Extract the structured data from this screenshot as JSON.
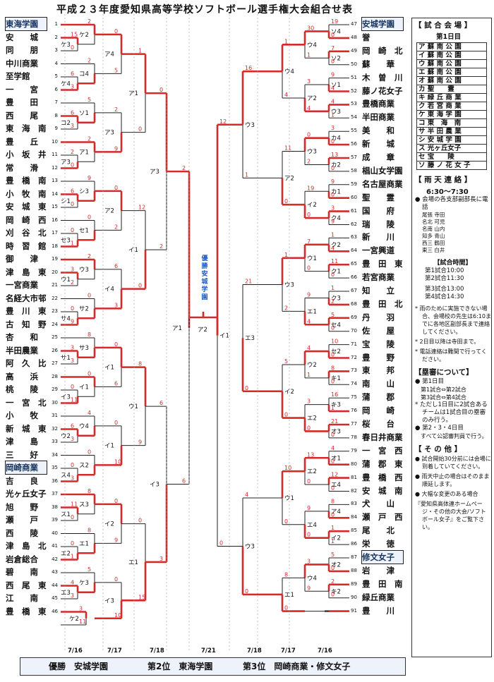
{
  "title": "平成２３年度愛知県高等学校ソフトボール選手権大会組合せ表",
  "left_teams": [
    {
      "no": "1",
      "name": "東海学園",
      "boxed": true
    },
    {
      "no": "2",
      "name": "安　　城"
    },
    {
      "no": "3",
      "name": "同　　朋"
    },
    {
      "no": "4",
      "name": "中川商業"
    },
    {
      "no": "5",
      "name": "至学館"
    },
    {
      "no": "6",
      "name": "一　　宮"
    },
    {
      "no": "7",
      "name": "豊　　田"
    },
    {
      "no": "8",
      "name": "西　　尾"
    },
    {
      "no": "9",
      "name": "東　海　南"
    },
    {
      "no": "10",
      "name": "豊　　丘"
    },
    {
      "no": "11",
      "name": "小　坂　井"
    },
    {
      "no": "12",
      "name": "常　　滑"
    },
    {
      "no": "13",
      "name": "豊　橋　南"
    },
    {
      "no": "14",
      "name": "小　牧　南"
    },
    {
      "no": "15",
      "name": "安　城　東"
    },
    {
      "no": "16",
      "name": "岡　崎　西"
    },
    {
      "no": "17",
      "name": "刈　谷　北"
    },
    {
      "no": "18",
      "name": "時　習　館"
    },
    {
      "no": "19",
      "name": "御　　津"
    },
    {
      "no": "20",
      "name": "津　島　東"
    },
    {
      "no": "21",
      "name": "一宮商業"
    },
    {
      "no": "22",
      "name": "名経大市邨"
    },
    {
      "no": "23",
      "name": "豊　川　東"
    },
    {
      "no": "24",
      "name": "古　知　野"
    },
    {
      "no": "25",
      "name": "杏　　和"
    },
    {
      "no": "26",
      "name": "半田農業"
    },
    {
      "no": "27",
      "name": "阿　久　比"
    },
    {
      "no": "28",
      "name": "高　　浜"
    },
    {
      "no": "29",
      "name": "桃　　陵"
    },
    {
      "no": "30",
      "name": "一　宮　北"
    },
    {
      "no": "31",
      "name": "小　　牧"
    },
    {
      "no": "32",
      "name": "新　城　東"
    },
    {
      "no": "33",
      "name": "津　　島"
    },
    {
      "no": "34",
      "name": "三　　好"
    },
    {
      "no": "35",
      "name": "岡崎商業",
      "boxed": true
    },
    {
      "no": "36",
      "name": "吉　　良"
    },
    {
      "no": "37",
      "name": "光ヶ丘女子"
    },
    {
      "no": "38",
      "name": "旭　　野"
    },
    {
      "no": "39",
      "name": "瀬　　戸"
    },
    {
      "no": "40",
      "name": "西　　陵"
    },
    {
      "no": "41",
      "name": "津　島　北"
    },
    {
      "no": "42",
      "name": "岩倉総合"
    },
    {
      "no": "43",
      "name": "碧　　南"
    },
    {
      "no": "44",
      "name": "西　尾　東"
    },
    {
      "no": "45",
      "name": "江　　南"
    },
    {
      "no": "46",
      "name": "豊　橋　東"
    }
  ],
  "right_teams": [
    {
      "no": "47",
      "name": "安城学園",
      "boxed": true
    },
    {
      "no": "48",
      "name": "誉"
    },
    {
      "no": "49",
      "name": "岡　崎　北"
    },
    {
      "no": "50",
      "name": "蘇　　華"
    },
    {
      "no": "51",
      "name": "木　曽　川"
    },
    {
      "no": "52",
      "name": "藤ノ花女子"
    },
    {
      "no": "53",
      "name": "豊橋商業"
    },
    {
      "no": "54",
      "name": "半田商業"
    },
    {
      "no": "55",
      "name": "美　　和"
    },
    {
      "no": "56",
      "name": "新　　城"
    },
    {
      "no": "57",
      "name": "成　　章"
    },
    {
      "no": "58",
      "name": "椙山女学園"
    },
    {
      "no": "59",
      "name": "名古屋商業"
    },
    {
      "no": "60",
      "name": "聖　　霊"
    },
    {
      "no": "61",
      "name": "国　　府"
    },
    {
      "no": "62",
      "name": "瑞　　陵"
    },
    {
      "no": "63",
      "name": "新　　川"
    },
    {
      "no": "64",
      "name": "一宮興道"
    },
    {
      "no": "65",
      "name": "豊　田　東"
    },
    {
      "no": "66",
      "name": "若宮商業"
    },
    {
      "no": "67",
      "name": "知　　立"
    },
    {
      "no": "68",
      "name": "豊　田　北"
    },
    {
      "no": "69",
      "name": "丹　　羽"
    },
    {
      "no": "70",
      "name": "佐　　屋"
    },
    {
      "no": "71",
      "name": "宝　　陵"
    },
    {
      "no": "72",
      "name": "豊　　野"
    },
    {
      "no": "73",
      "name": "東　　邦"
    },
    {
      "no": "74",
      "name": "南　　山"
    },
    {
      "no": "75",
      "name": "蒲　　郡"
    },
    {
      "no": "76",
      "name": "岡　　崎"
    },
    {
      "no": "77",
      "name": "桜　　台"
    },
    {
      "no": "78",
      "name": "春日井商業"
    },
    {
      "no": "79",
      "name": "一　宮　西"
    },
    {
      "no": "80",
      "name": "蒲　郡　東"
    },
    {
      "no": "81",
      "name": "豊　橋　西"
    },
    {
      "no": "82",
      "name": "安　城　南"
    },
    {
      "no": "83",
      "name": "犬　　山"
    },
    {
      "no": "84",
      "name": "瀬　戸　西"
    },
    {
      "no": "85",
      "name": "尾　　北"
    },
    {
      "no": "86",
      "name": "栄　　徳"
    },
    {
      "no": "87",
      "name": "修文女子",
      "boxed": true
    },
    {
      "no": "88",
      "name": "岩　　津"
    },
    {
      "no": "89",
      "name": "豊　田　南"
    },
    {
      "no": "90",
      "name": "緑丘商業"
    },
    {
      "no": "91",
      "name": "豊　　川"
    }
  ],
  "game_labels": {
    "left_r1": [
      "ケ3",
      "ケ2",
      "ケ4",
      "コ4",
      "コ2",
      "ソ1",
      "ア3",
      "ア1",
      "シ1",
      "シ3",
      "セ3",
      "セ1",
      "ウ1",
      "ウ3",
      "サ4",
      "サ2",
      "サ1",
      "サ3",
      "イ3",
      "イ1",
      "ウ2",
      "ウ4",
      "ス4",
      "ス2",
      "ス1",
      "ス3",
      "エ2",
      "エ1",
      "エ3"
    ],
    "left_r2": [
      "ア4",
      "ア3",
      "ア2",
      "イ4",
      "イ1",
      "イ1",
      "イ2",
      "イ3",
      "エ1",
      "エ4"
    ],
    "left_r3": [
      "ア1",
      "イ1",
      "ウ1",
      "エ1"
    ],
    "left_r4": [
      "ア3",
      "イ3"
    ],
    "left_sf": [
      "ア1"
    ],
    "right_r1": [
      "ソ4",
      "ソ2",
      "ソ1",
      "ウ3",
      "カ4",
      "カ2",
      "カ1",
      "ク4",
      "ク2",
      "ク1",
      "ク3",
      "セ4",
      "セ2",
      "キ1",
      "キ3",
      "オ3",
      "オ1",
      "エ4",
      "ア4",
      "イ2",
      "オ2",
      "キ2",
      "キ4"
    ],
    "right_r2": [
      "ウ4",
      "ア2",
      "ウ3",
      "イ2",
      "ウ1",
      "エ1",
      "ウ2",
      "エ2",
      "エ2",
      "エ4"
    ],
    "right_r3": [
      "ウ3",
      "エ3"
    ],
    "right_sf": [
      "イ1"
    ],
    "final": "ア2"
  },
  "scores_left": [
    "15",
    "0",
    "2",
    "6",
    "3",
    "2",
    "6",
    "3",
    "5",
    "2",
    "0",
    "2",
    "6",
    "0",
    "9",
    "0",
    "1",
    "0",
    "3",
    "2",
    "2",
    "0",
    "9",
    "0",
    "3",
    "3",
    "8",
    "0",
    "11",
    "0",
    "6",
    "3",
    "4",
    "0",
    "3",
    "0",
    "11",
    "0",
    "8",
    "0",
    "1",
    "8",
    "4",
    "3",
    "5",
    "3",
    "11",
    "0",
    "5",
    "2",
    "9",
    "0",
    "2",
    "6",
    "3",
    "0",
    "6",
    "0",
    "10",
    "0",
    "9",
    "0",
    "10",
    "1",
    "0",
    "12",
    "0",
    "8",
    "9",
    "0"
  ],
  "scores_right": [
    "19",
    "0",
    "7",
    "0",
    "9",
    "4",
    "4",
    "1",
    "3",
    "0",
    "13",
    "0",
    "9",
    "0",
    "3",
    "9",
    "1",
    "4",
    "11",
    "0",
    "1",
    "2",
    "5",
    "0",
    "10",
    "0",
    "8",
    "0",
    "16",
    "1",
    "21",
    "0",
    "4",
    "0",
    "12",
    "0",
    "8",
    "0",
    "1",
    "1",
    "5",
    "0",
    "2",
    "0",
    "30",
    "1",
    "3",
    "4",
    "0",
    "2"
  ],
  "winner_vertical": "優勝 安城学園",
  "dates": [
    "7/16",
    "7/17",
    "7/18",
    "7/21",
    "7/18",
    "7/17",
    "7/16"
  ],
  "final_results": {
    "first": "優勝　安城学園",
    "second": "第2位　東海学園",
    "third": "第3位　岡崎商業・修文女子"
  },
  "side": {
    "venue_title": "【 試 合 会 場 】",
    "day1": "第1日目",
    "venues": [
      "ア 蘇 南 公 園",
      "イ 蘇 南 公 園",
      "ウ 蘇 南 公 園",
      "エ 蘇 南 公 園",
      "オ 蘇 南 公 園",
      "カ 聖　　霊",
      "キ 緑 丘 商 業",
      "ク 若 宮 商 業",
      "ケ 東 海 学 園",
      "コ 東　海　南",
      "サ 半 田 農 業",
      "シ 安 城 学 園",
      "ス 光ヶ丘女子",
      "セ 宝　　陵",
      "ソ 藤 ノ 花 女 子"
    ],
    "rain_title": "【 雨 天 連 絡 】",
    "rain_time": "6:30〜7:30",
    "rain_note": "● 会場の各支部副部長に電話",
    "contacts": [
      "尾張 寺田",
      "名北 可児",
      "名南 山内",
      "知多 青山",
      "西三 鶴田",
      "東三 白井"
    ],
    "time_title": "【試合時間】",
    "times": [
      "第1試合10:00",
      "第2試合11:30",
      "第3試合13:00",
      "第4試合14:30"
    ],
    "notes": [
      "* 雨のために実施できない場合、会場校の先生は6:10までに各地区副部長まで連絡してください。",
      "* 2日目以降は寺田まで。",
      "* 電話連絡は難間で行ってください。"
    ],
    "ref_title": "【塁審について】",
    "ref_items": [
      "● 第1日目",
      "第1試合⇔第2試合",
      "第3試合⇔第4試合",
      "* ただし1日目に2試合あるチームは1試合目の塁審のみ行う。",
      "● 第2・3・4日目",
      "すべて公認審判員で行う。"
    ],
    "other_title": "【 そ の 他 】",
    "other_items": [
      "● 試合開始30分前には会場に到着していてください。",
      "● 雨天中止の場合はそのまま順延します。",
      "● 大幅な変更のある場合",
      "『愛知県高体連ホームページ・その他の大会/ソフトボール女子』をご覧下さい。"
    ]
  }
}
